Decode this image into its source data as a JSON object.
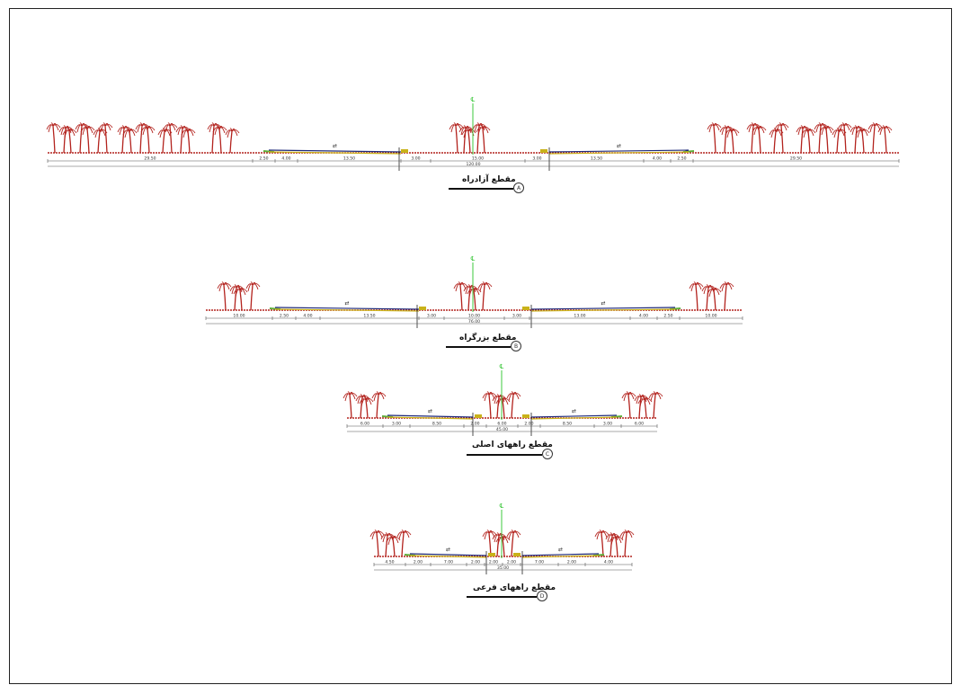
{
  "sections": [
    {
      "title": "مقطع آزادراه",
      "badge": "A",
      "segments": [
        "29.50",
        "2.50",
        "4.00",
        "13.50",
        "3.00",
        "15.00",
        "3.00",
        "13.50",
        "4.00",
        "2.50",
        "29.50"
      ],
      "total": "120.00"
    },
    {
      "title": "مقطع بزرگراه",
      "badge": "B",
      "segments": [
        "10.00",
        "2.50",
        "4.00",
        "13.50",
        "3.00",
        "10.00",
        "3.00",
        "13.00",
        "4.00",
        "2.50",
        "10.00"
      ],
      "total": "76.00"
    },
    {
      "title": "مقطع راههای اصلی",
      "badge": "C",
      "segments": [
        "6.00",
        "3.00",
        "8.50",
        "2.00",
        "6.00",
        "2.00",
        "8.50",
        "3.00",
        "6.00"
      ],
      "total": "45.00"
    },
    {
      "title": "مقطع راههای فرعی",
      "badge": "D",
      "segments": [
        "4.50",
        "2.00",
        "7.00",
        "2.00",
        "2.00",
        "2.00",
        "7.00",
        "2.00",
        "4.00"
      ],
      "total": "35.00"
    }
  ],
  "colors": {
    "tree": "#b3231e",
    "ground": "#b3231e",
    "road": "#1f2a7a",
    "curb": "#c9b21a",
    "verge": "#5fae3a",
    "axis": "#3ec83e",
    "dim": "#555555"
  }
}
